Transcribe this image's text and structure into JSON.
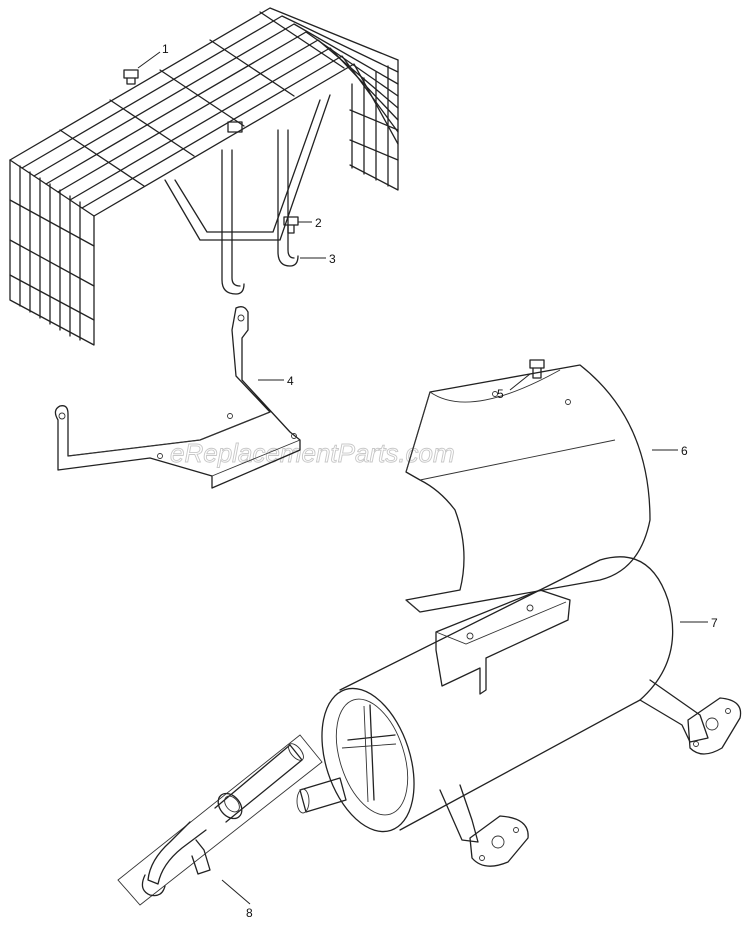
{
  "watermark": "eReplacementParts.com",
  "callouts": [
    {
      "id": "1",
      "label": "1"
    },
    {
      "id": "2",
      "label": "2"
    },
    {
      "id": "3",
      "label": "3"
    },
    {
      "id": "4",
      "label": "4"
    },
    {
      "id": "5",
      "label": "5"
    },
    {
      "id": "6",
      "label": "6"
    },
    {
      "id": "7",
      "label": "7"
    },
    {
      "id": "8",
      "label": "8"
    }
  ],
  "colors": {
    "line": "#222222",
    "background": "#ffffff",
    "watermark_outline": "#c8c8c8"
  }
}
